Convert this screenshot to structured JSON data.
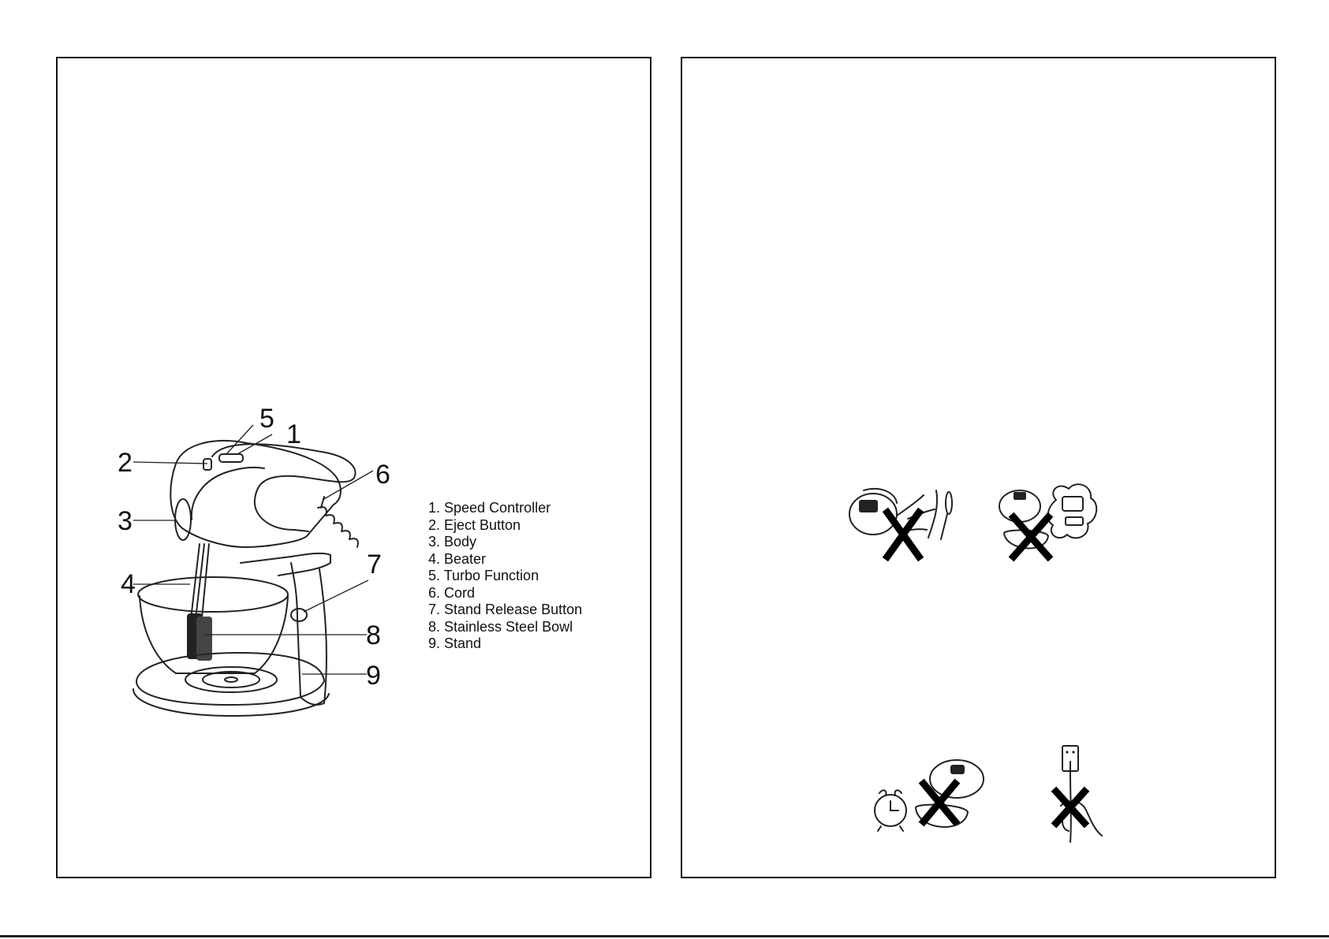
{
  "diagram": {
    "callouts": [
      "5",
      "1",
      "2",
      "6",
      "3",
      "7",
      "4",
      "8",
      "9"
    ]
  },
  "parts": [
    "1. Speed Controller",
    "2. Eject Button",
    "3. Body",
    "4. Beater",
    "5. Turbo Function",
    "6. Cord",
    "7. Stand Release Button",
    "8. Stainless Steel Bowl",
    "9. Stand"
  ],
  "warnings": [
    {
      "icon": "no-hands-utensils-near-beaters-icon"
    },
    {
      "icon": "no-mixing-solid-foods-icon"
    },
    {
      "icon": "no-continuous-long-operation-icon"
    },
    {
      "icon": "no-pulling-cord-icon"
    }
  ]
}
